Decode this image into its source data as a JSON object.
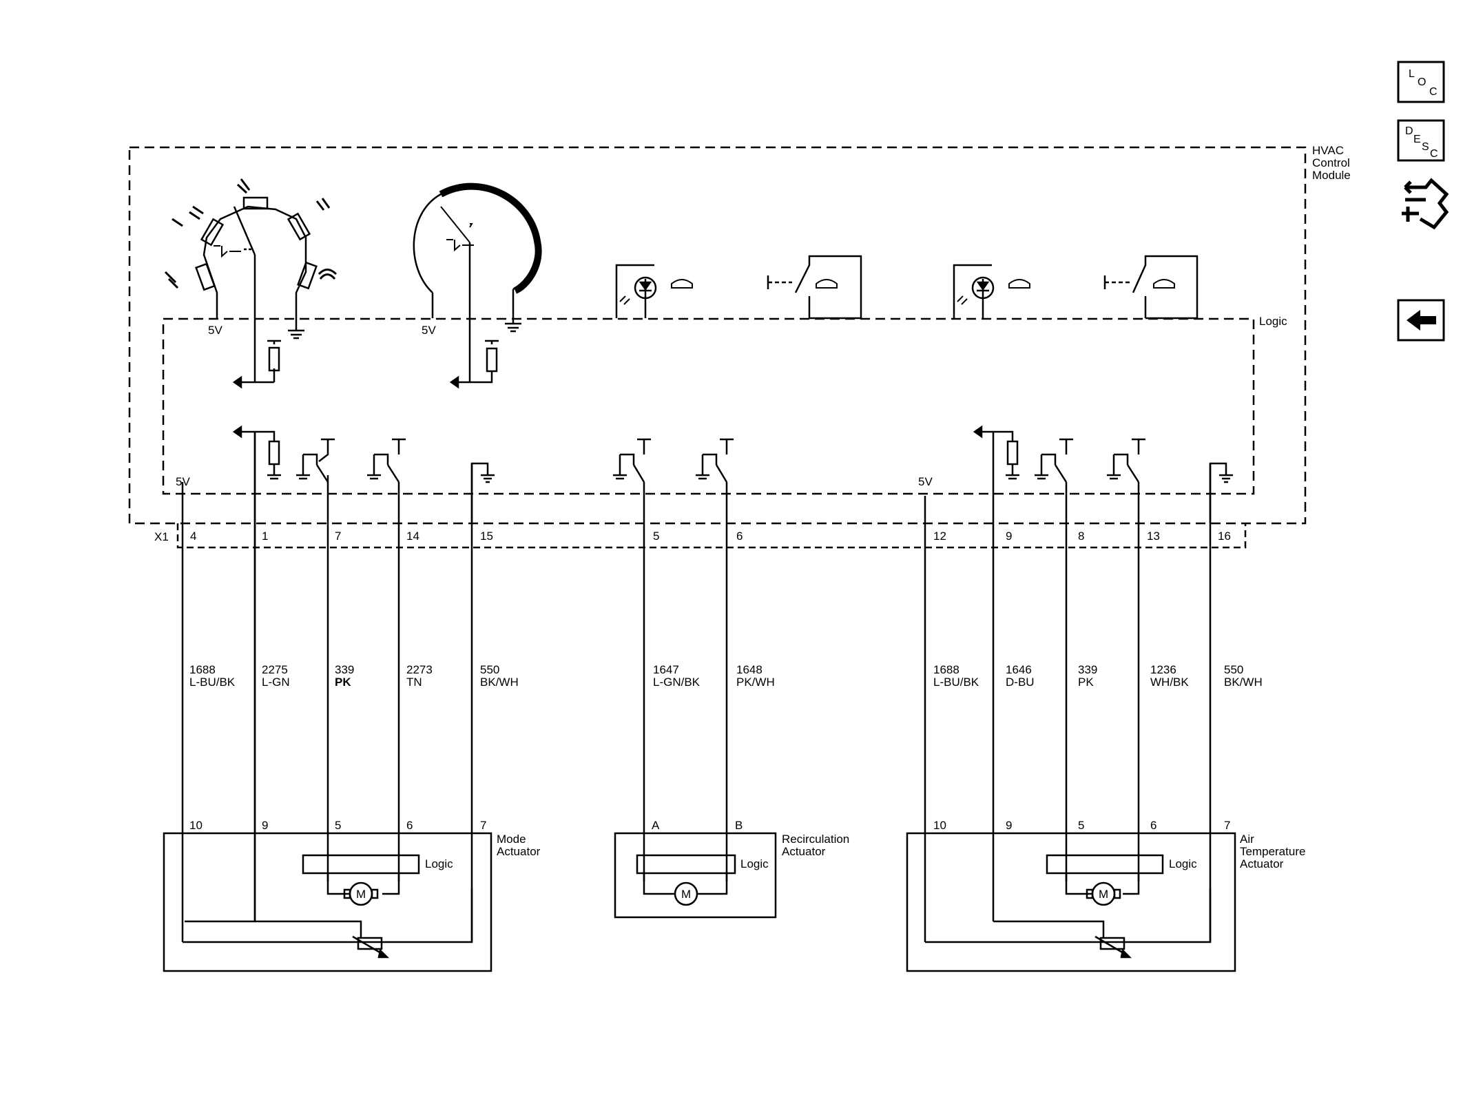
{
  "module": {
    "title_lines": [
      "HVAC",
      "Control",
      "Module"
    ],
    "logic_label": "Logic",
    "connector": "X1",
    "voltage_labels": [
      "5V",
      "5V",
      "5V",
      "5V"
    ]
  },
  "module_pins": [
    "4",
    "1",
    "7",
    "14",
    "15",
    "5",
    "6",
    "12",
    "9",
    "8",
    "13",
    "16"
  ],
  "wires": [
    {
      "circuit": "1688",
      "color": "L-BU/BK"
    },
    {
      "circuit": "2275",
      "color": "L-GN"
    },
    {
      "circuit": "339",
      "color": "PK"
    },
    {
      "circuit": "2273",
      "color": "TN"
    },
    {
      "circuit": "550",
      "color": "BK/WH"
    },
    {
      "circuit": "1647",
      "color": "L-GN/BK"
    },
    {
      "circuit": "1648",
      "color": "PK/WH"
    },
    {
      "circuit": "1688",
      "color": "L-BU/BK"
    },
    {
      "circuit": "1646",
      "color": "D-BU"
    },
    {
      "circuit": "339",
      "color": "PK"
    },
    {
      "circuit": "1236",
      "color": "WH/BK"
    },
    {
      "circuit": "550",
      "color": "BK/WH"
    }
  ],
  "actuators": [
    {
      "name_lines": [
        "Mode",
        "Actuator"
      ],
      "pins": [
        "10",
        "9",
        "5",
        "6",
        "7"
      ],
      "logic": "Logic",
      "motor": "M"
    },
    {
      "name_lines": [
        "Recirculation",
        "Actuator"
      ],
      "pins": [
        "A",
        "B"
      ],
      "logic": "Logic",
      "motor": "M"
    },
    {
      "name_lines": [
        "Air",
        "Temperature",
        "Actuator"
      ],
      "pins": [
        "10",
        "9",
        "5",
        "6",
        "7"
      ],
      "logic": "Logic",
      "motor": "M"
    }
  ],
  "nav": {
    "loc": {
      "letters": [
        "L",
        "O",
        "C"
      ]
    },
    "desc": {
      "letters": [
        "D",
        "E",
        "S",
        "C"
      ]
    },
    "icons": [
      "connector-end-view-icon",
      "back-arrow-icon"
    ]
  }
}
